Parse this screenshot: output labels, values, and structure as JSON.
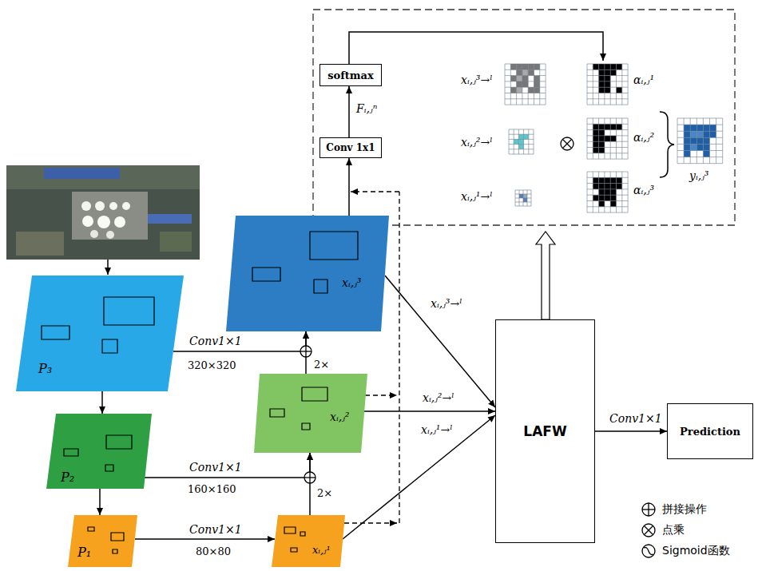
{
  "diagram": {
    "nodes": [
      {
        "text": [
          "P₃"
        ]
      },
      {
        "text": [
          "P₂"
        ]
      },
      {
        "text": [
          "P₁"
        ]
      },
      {
        "text": [
          "xᵢ,ⱼ³"
        ]
      },
      {
        "text": [
          "xᵢ,ⱼ²"
        ]
      },
      {
        "text": [
          "xᵢ,ⱼ¹"
        ]
      },
      {
        "text": [
          "LAFW"
        ]
      },
      {
        "text": [
          "Prediction"
        ]
      },
      {
        "text": [
          "Conv 1x1"
        ]
      },
      {
        "text": [
          "softmax"
        ]
      }
    ],
    "edges": [
      {
        "from": 0,
        "to": 1,
        "arrow": "to"
      },
      {
        "from": 1,
        "to": 2,
        "arrow": "to"
      },
      {
        "from": 0,
        "to": 3,
        "label": "Conv1×1",
        "arrow": "to"
      },
      {
        "from": 1,
        "to": 4,
        "label": "Conv1×1",
        "arrow": "to"
      },
      {
        "from": 2,
        "to": 5,
        "label": "Conv1×1",
        "arrow": "to"
      },
      {
        "from": 5,
        "to": 4,
        "arrow": "to"
      },
      {
        "from": 4,
        "to": 3,
        "arrow": "to"
      },
      {
        "from": 3,
        "to": 6,
        "label": "xᵢ,ⱼ³→ˡ",
        "arrow": "to"
      },
      {
        "from": 4,
        "to": 6,
        "label": "xᵢ,ⱼ²→ˡ",
        "arrow": "to"
      },
      {
        "from": 5,
        "to": 6,
        "label": "xᵢ,ⱼ¹→ˡ",
        "arrow": "to"
      },
      {
        "from": 6,
        "to": 7,
        "label": "Conv1×1",
        "arrow": "to"
      },
      {
        "from": 3,
        "to": 8,
        "arrow": "to"
      },
      {
        "from": 8,
        "to": 9,
        "label": "Fᵢ,ⱼⁿ",
        "arrow": "to"
      }
    ],
    "labels": [
      "320×320",
      "160×160",
      "80×80",
      "2×",
      "2×",
      "xᵢ,ⱼ³→ˡ",
      "xᵢ,ⱼ²→ˡ",
      "xᵢ,ⱼ¹→ˡ",
      "αᵢ,ⱼ¹",
      "αᵢ,ⱼ²",
      "αᵢ,ⱼ³",
      "yᵢ,ⱼ³"
    ],
    "legend": [
      {
        "text": "拼接操作"
      },
      {
        "text": "点乘"
      },
      {
        "text": "Sigmoid函数"
      }
    ]
  }
}
